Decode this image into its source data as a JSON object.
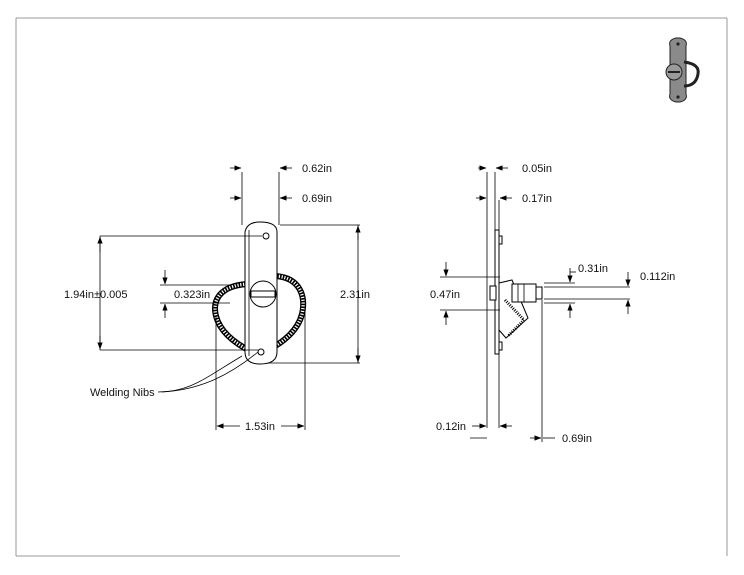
{
  "front_view": {
    "dim_top_a": "0.62in",
    "dim_top_b": "0.69in",
    "dim_left_height": "1.94in±0.005",
    "dim_inner_height": "0.323in",
    "dim_right_height": "2.31in",
    "dim_bottom_width": "1.53in",
    "callout": "Welding Nibs"
  },
  "side_view": {
    "dim_top_a": "0.05in",
    "dim_top_b": "0.17in",
    "dim_shaft_a": "0.31in",
    "dim_shaft_b": "0.112in",
    "dim_left_height": "0.47in",
    "dim_bottom_a": "0.12in",
    "dim_bottom_b": "0.69in"
  },
  "colors": {
    "line": "#000000",
    "thumbnail_fill": "#8a8a8a",
    "thumbnail_dark": "#3a3a3a"
  },
  "thumbnail_icon": "door-latch-thumbnail-icon"
}
